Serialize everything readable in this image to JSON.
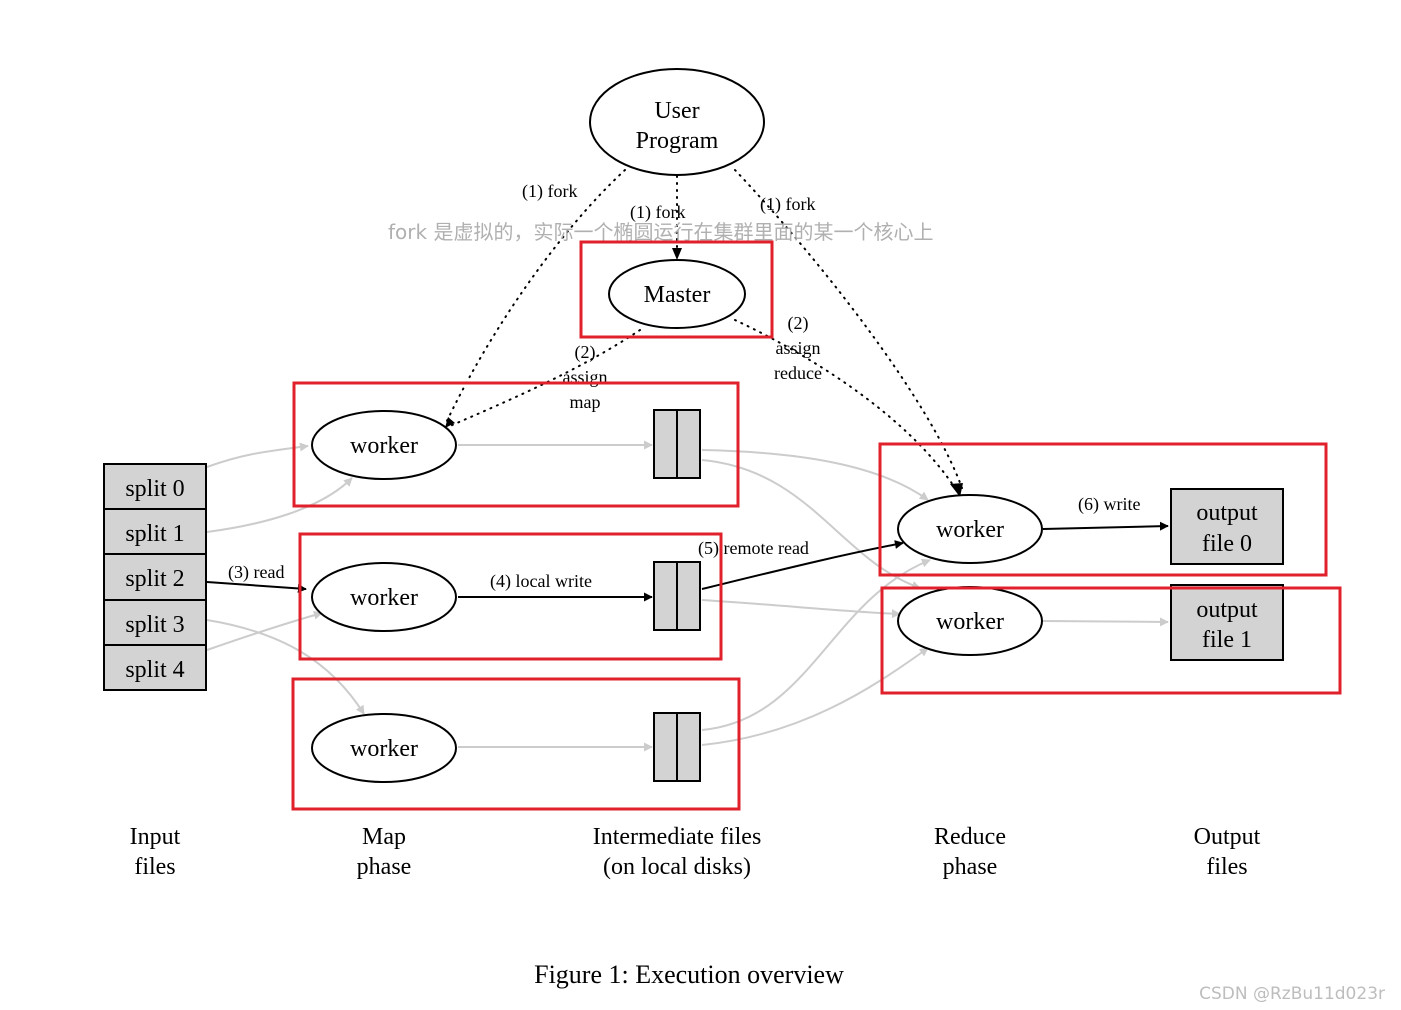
{
  "nodes": {
    "user_program": [
      "User",
      "Program"
    ],
    "master": "Master",
    "map_workers": [
      "worker",
      "worker",
      "worker"
    ],
    "reduce_workers": [
      "worker",
      "worker"
    ],
    "splits": [
      "split 0",
      "split 1",
      "split 2",
      "split 3",
      "split 4"
    ],
    "outputs": [
      [
        "output",
        "file 0"
      ],
      [
        "output",
        "file 1"
      ]
    ]
  },
  "edges": {
    "fork_left": "(1) fork",
    "fork_center": "(1) fork",
    "fork_right": "(1) fork",
    "assign_map": [
      "(2)",
      "assign",
      "map"
    ],
    "assign_reduce": [
      "(2)",
      "assign",
      "reduce"
    ],
    "read": "(3) read",
    "local_write": "(4) local write",
    "remote_read": "(5) remote read",
    "write": "(6) write"
  },
  "annotation": "fork 是虚拟的，实际一个椭圆运行在集群里面的某一个核心上",
  "phases": [
    [
      "Input",
      "files"
    ],
    [
      "Map",
      "phase"
    ],
    [
      "Intermediate files",
      "(on local disks)"
    ],
    [
      "Reduce",
      "phase"
    ],
    [
      "Output",
      "files"
    ]
  ],
  "caption": "Figure 1: Execution overview",
  "watermark": "CSDN @RzBu11d023r",
  "colors": {
    "highlight": "#e0202a",
    "file_fill": "#d3d3d3",
    "secondary_edge": "#cccccc"
  }
}
